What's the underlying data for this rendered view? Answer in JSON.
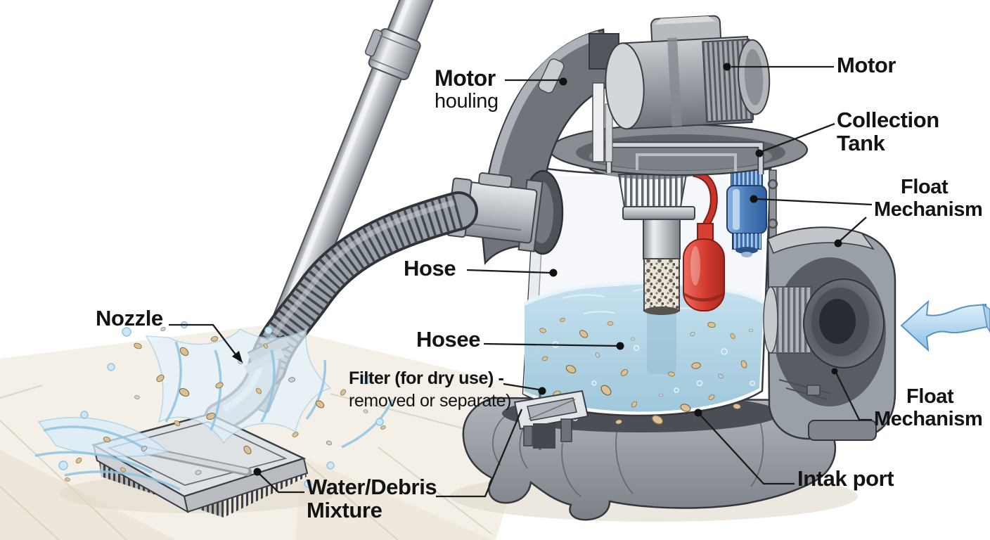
{
  "title": "Wet/dry vacuum cleaner cutaway diagram",
  "labels": {
    "motor_housing": {
      "line1": "Motor",
      "line2": "houling"
    },
    "motor": {
      "text": "Motor"
    },
    "collection_tank": {
      "line1": "Collection",
      "line2": "Tank"
    },
    "float_mechanism_upper": {
      "line1": "Float",
      "line2": "Mechanism"
    },
    "hose": {
      "text": "Hose"
    },
    "hosee": {
      "text": "Hosee"
    },
    "filter": {
      "line1": "Filter (for dry use) -",
      "line2": "removed or separate)"
    },
    "nozzle": {
      "text": "Nozzle"
    },
    "water_debris": {
      "line1": "Water/Debris",
      "line2": "Mixture"
    },
    "intake_port": {
      "text": "Intak port"
    },
    "float_mechanism_lower": {
      "line1": "Float",
      "line2": "Mechanism"
    }
  },
  "colors": {
    "background": "#ffffff",
    "leader_line": "#1b1b1b",
    "water": "#b5d6e8",
    "debris": "#dcc192",
    "float_red": "#d23a2e",
    "float_blue": "#4a7ab8",
    "housing_gray": "#9aa0a7",
    "arrow_blue": "#9cc6e8",
    "floor": "#efe9dd"
  }
}
